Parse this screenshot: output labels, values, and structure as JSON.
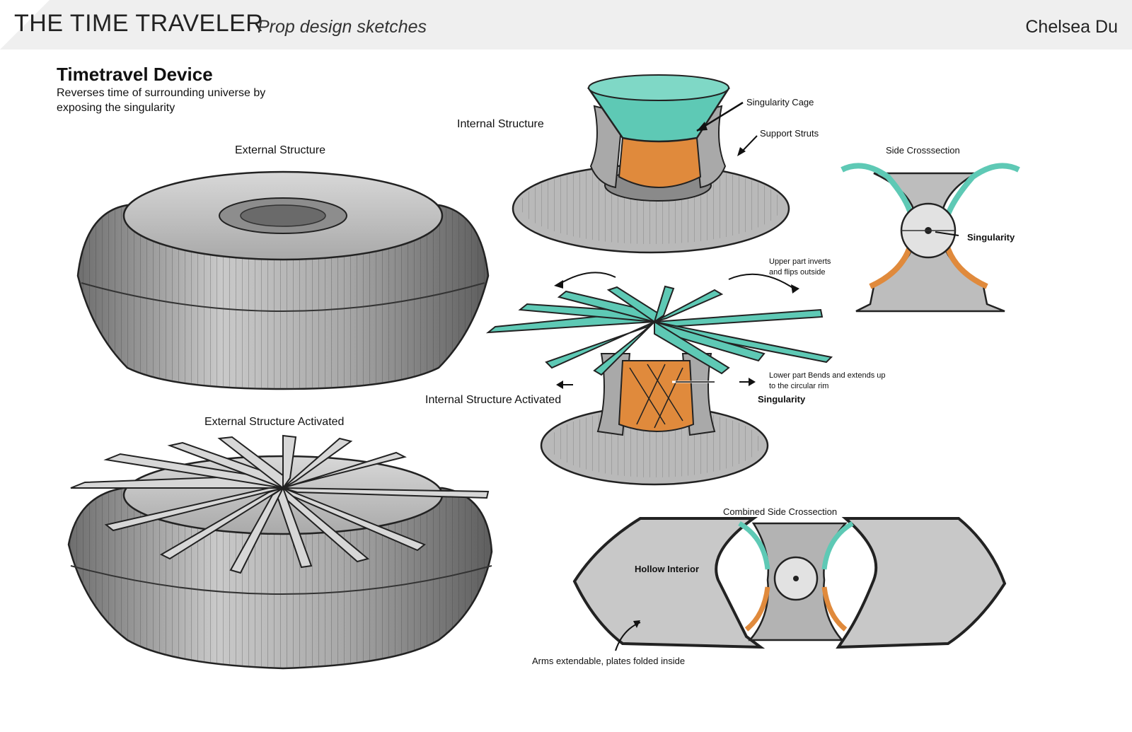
{
  "header": {
    "title": "THE TIME TRAVELER",
    "subtitle": "Prop design sketches",
    "author": "Chelsea Du"
  },
  "device": {
    "title": "Timetravel Device",
    "description": "Reverses time of surrounding universe by exposing the singularity"
  },
  "labels": {
    "external_structure": "External Structure",
    "external_structure_activated": "External Structure Activated",
    "internal_structure": "Internal Structure",
    "internal_structure_activated": "Internal Structure Activated",
    "side_crosssection": "Side Crosssection",
    "combined_side_crossection": "Combined Side Crossection"
  },
  "annotations": {
    "singularity_cage": "Singularity Cage",
    "support_struts": "Support Struts",
    "singularity_side": "Singularity",
    "upper_part_line1": "Upper part inverts",
    "upper_part_line2": "and flips outside",
    "lower_part_line1": "Lower part Bends and extends up",
    "lower_part_line2": "to the circular rim",
    "singularity_activated": "Singularity",
    "hollow_interior": "Hollow Interior",
    "arms_extendable": "Arms extendable, plates folded inside"
  },
  "colors": {
    "teal": "#5ec9b5",
    "orange": "#e08a3c",
    "gray": "#9b9b9b",
    "light_gray": "#cfcfcf",
    "dark": "#333333"
  }
}
